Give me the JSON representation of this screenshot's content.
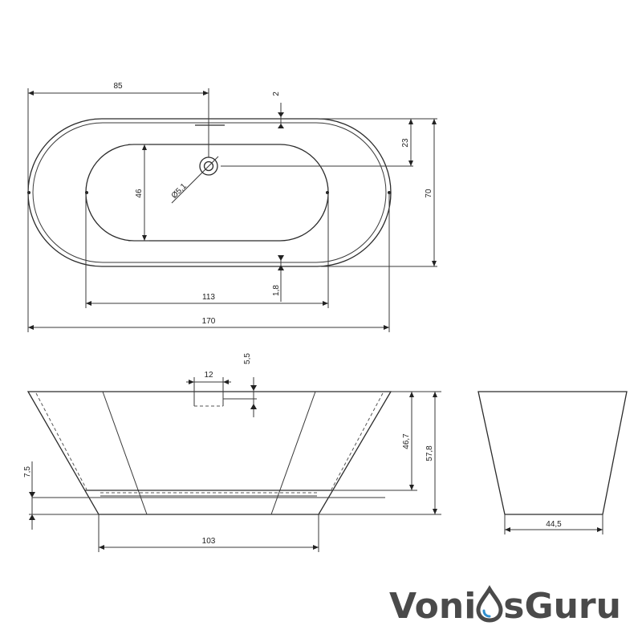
{
  "drawing": {
    "top_view": {
      "dim_85": "85",
      "dim_2": "2",
      "dim_23": "23",
      "dim_70": "70",
      "dim_46": "46",
      "dim_drain": "Ø5,1",
      "dim_1_8": "1,8",
      "dim_113": "113",
      "dim_170": "170"
    },
    "side_view": {
      "dim_12": "12",
      "dim_5_5": "5,5",
      "dim_46_7": "46,7",
      "dim_57_8": "57,8",
      "dim_7_5": "7,5",
      "dim_103": "103"
    },
    "end_view": {
      "dim_44_5": "44,5"
    }
  },
  "logo": {
    "part1": "Voni",
    "part2": "sGuru",
    "color_dark": "#4a4a4a",
    "color_accent": "#2f8fcf"
  }
}
